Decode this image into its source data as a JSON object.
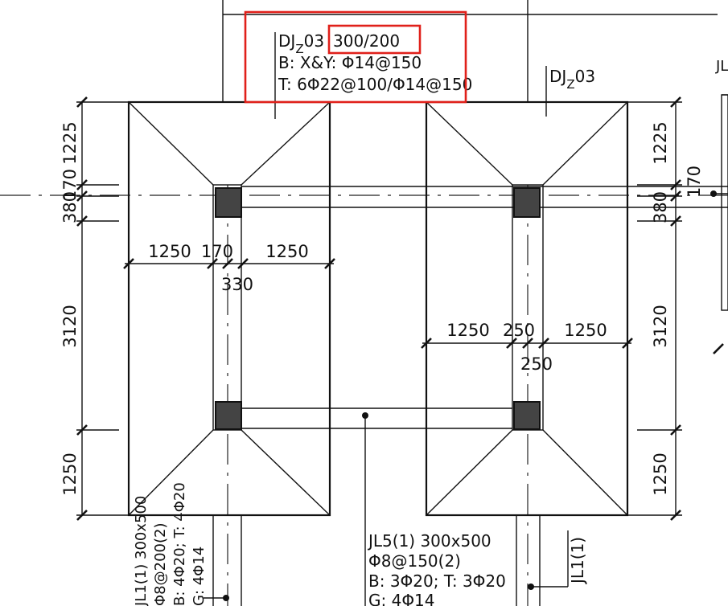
{
  "footing_label": {
    "prefix": "DJ",
    "sub": "Z",
    "suffix": "03",
    "size": "300/200",
    "bottom_rebar": "B: X&Y: Φ14@150",
    "top_rebar": "T: 6Φ22@100/Φ14@150"
  },
  "footing_label_right": {
    "prefix": "DJ",
    "sub": "Z",
    "suffix": "03"
  },
  "right_edge_label": "JL",
  "dims_left": [
    "1225",
    "170",
    "380",
    "3120",
    "1250"
  ],
  "dims_right": [
    "1225",
    "170",
    "380",
    "3120",
    "1250"
  ],
  "dims_left_width": [
    "1250",
    "170",
    "1250",
    "330"
  ],
  "dims_right_width": [
    "1250",
    "250",
    "1250",
    "250"
  ],
  "beam_jl1_vertical": [
    "JL1(1)  300x500",
    "Φ8@200(2)",
    "B: 4Φ20; T: 4Φ20",
    "G: 4Φ14"
  ],
  "beam_jl5": [
    "JL5(1)  300x500",
    "Φ8@150(2)",
    "B: 3Φ20; T: 3Φ20",
    "G: 4Φ14"
  ],
  "beam_jl1_right": "JL1(1)"
}
